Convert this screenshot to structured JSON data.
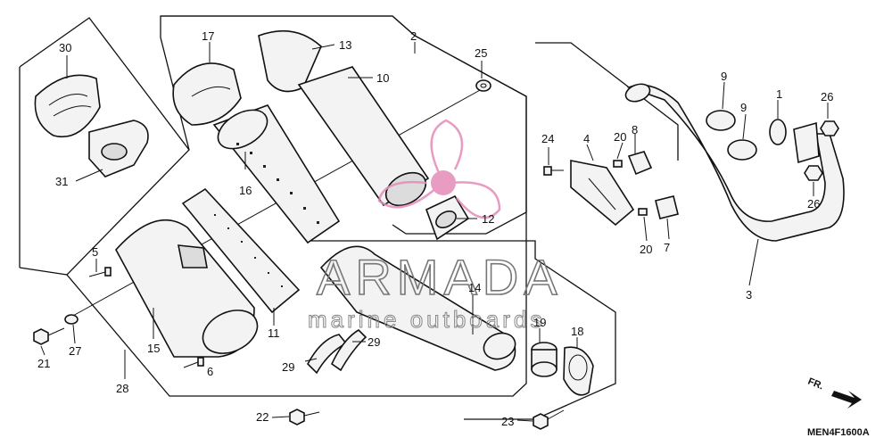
{
  "diagram_code": "MEN4F1600A",
  "direction_label": "FR.",
  "watermark": {
    "brand": "ARMADA",
    "tagline": "marine outboards",
    "logo_color": "#e58bb8"
  },
  "callouts": [
    "1",
    "2",
    "3",
    "4",
    "5",
    "6",
    "7",
    "8",
    "9",
    "9",
    "10",
    "11",
    "12",
    "13",
    "14",
    "15",
    "16",
    "17",
    "18",
    "19",
    "20",
    "20",
    "21",
    "22",
    "23",
    "24",
    "25",
    "26",
    "26",
    "27",
    "28",
    "29",
    "29",
    "30",
    "31"
  ]
}
